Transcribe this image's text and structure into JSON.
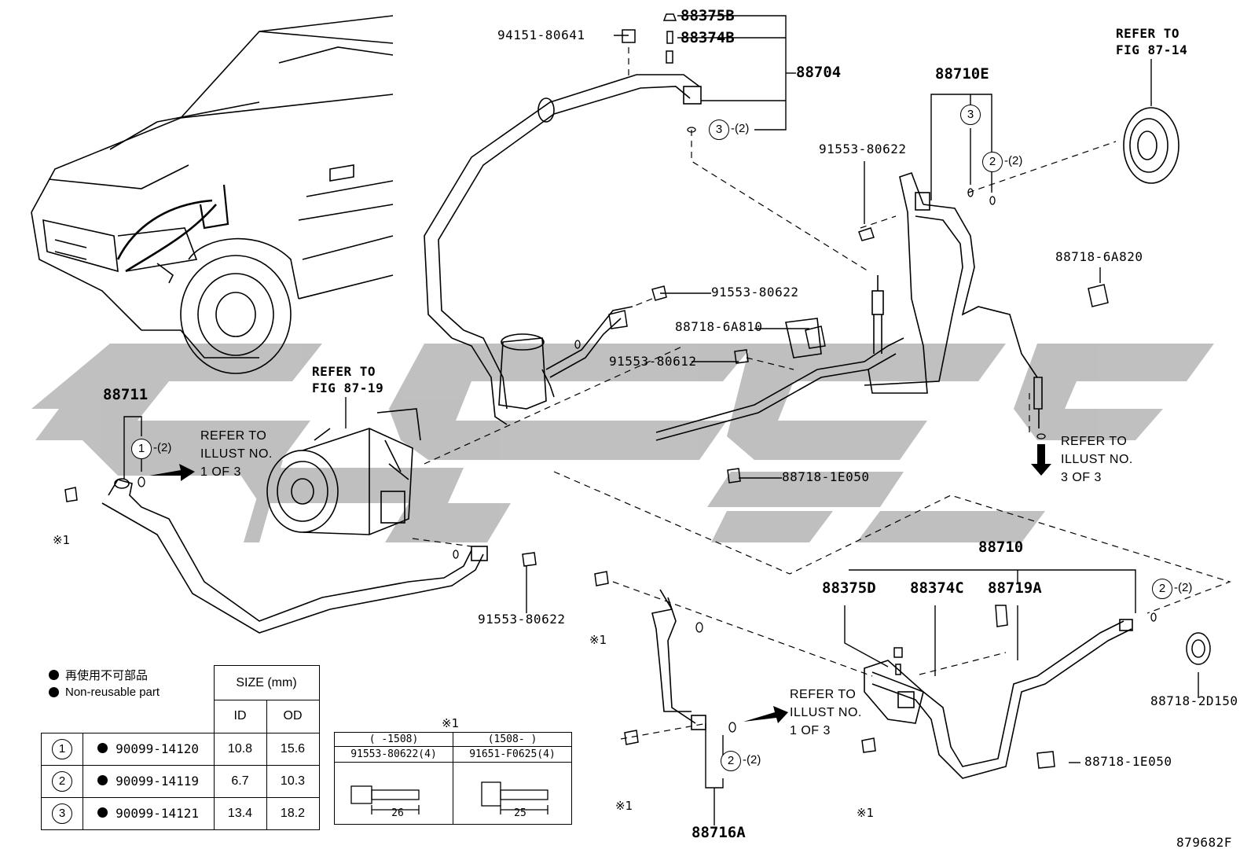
{
  "diagram": {
    "fig_code": "879682F",
    "watermark_text": "",
    "parts": {
      "p88375B": "88375B",
      "p88374B": "88374B",
      "p94151": "94151-80641",
      "p88704": "88704",
      "p88710E": "88710E",
      "p91553_a": "91553-80622",
      "p91553_b": "91553-80622",
      "p88718_6A810": "88718-6A810",
      "p91553_80612": "91553-80612",
      "p88718_6A820": "88718-6A820",
      "p88711": "88711",
      "p88718_1E050_a": "88718-1E050",
      "p91553_c": "91553-80622",
      "p88710": "88710",
      "p88375D": "88375D",
      "p88374C": "88374C",
      "p88719A": "88719A",
      "p88718_2D150": "88718-2D150",
      "p88718_1E050_b": "88718-1E050",
      "p88716A": "88716A"
    },
    "refs": {
      "fig8714": "REFER TO\nFIG 87-14",
      "fig8719": "REFER TO\nFIG 87-19",
      "illust1a": "REFER TO\nILLUST NO.\n1 OF 3",
      "illust3": "REFER TO\nILLUST NO.\n3 OF 3",
      "illust1b": "REFER TO\nILLUST NO.\n1 OF 3"
    },
    "circle_marks": {
      "one": "1",
      "two": "2",
      "three": "3",
      "qty2": "-(2)"
    },
    "note_mark": "※1"
  },
  "legend": {
    "jp": "再使用不可部品",
    "en": "Non-reusable part"
  },
  "size_table": {
    "header": "SIZE (mm)",
    "id": "ID",
    "od": "OD",
    "rows": [
      {
        "num": "1",
        "part": "90099-14120",
        "id": "10.8",
        "od": "15.6"
      },
      {
        "num": "2",
        "part": "90099-14119",
        "id": "6.7",
        "od": "10.3"
      },
      {
        "num": "3",
        "part": "90099-14121",
        "id": "13.4",
        "od": "18.2"
      }
    ]
  },
  "bolt_table": {
    "title": "※1",
    "col1_range": "(   -1508)",
    "col2_range": "(1508-    )",
    "col1_part": "91553-80622(4)",
    "col2_part": "91651-F0625(4)",
    "col1_len": "26",
    "col2_len": "25"
  },
  "colors": {
    "line": "#000000",
    "watermark": "#b9b9b9"
  }
}
